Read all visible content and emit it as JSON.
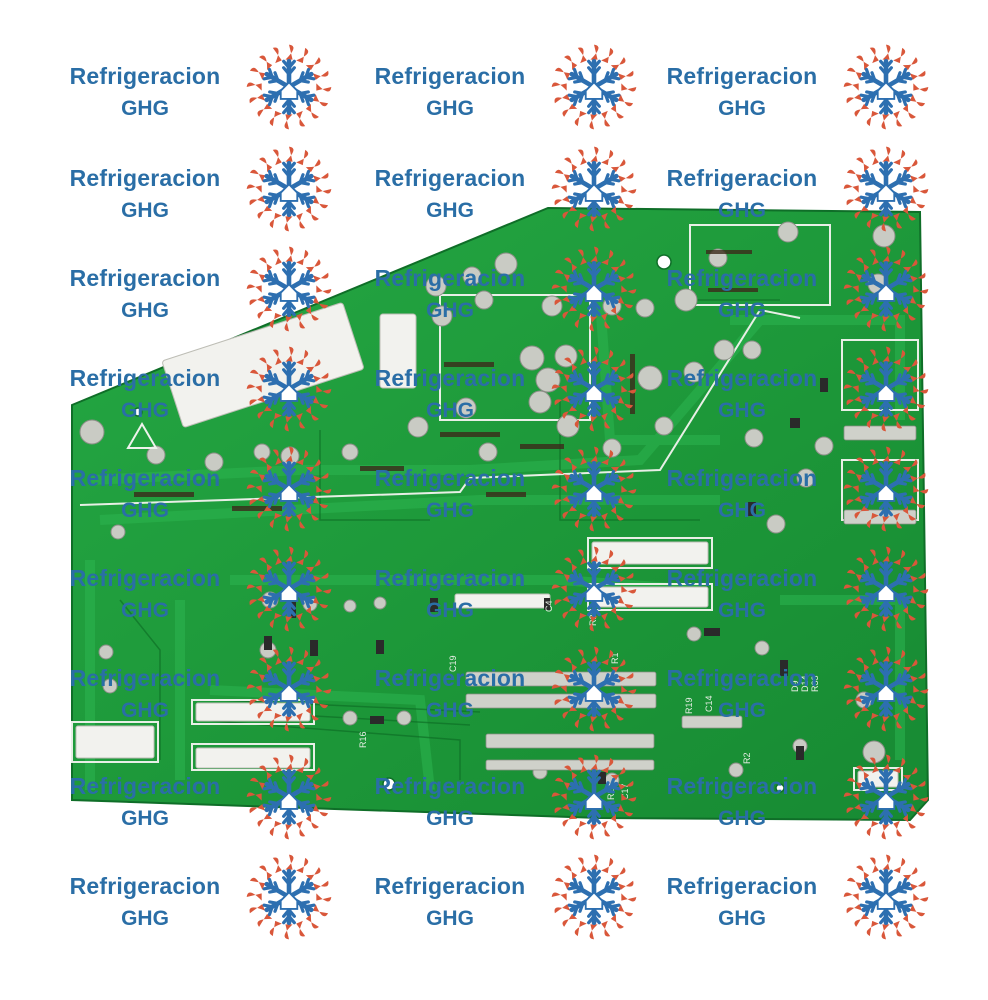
{
  "watermark": {
    "line1": "Refrigeracion",
    "line2": "GHG",
    "logo_icon": "snowflake-sun-house-logo",
    "text_color": "#2a6ea6",
    "logo_colors": {
      "rays": "#d9573a",
      "snowflake": "#2d6fb0"
    }
  },
  "board": {
    "color": "#1e9a3a",
    "silkscreen_labels": [
      "R16",
      "R1",
      "D9",
      "D14",
      "R33",
      "R26",
      "R22",
      "R19",
      "C19",
      "C17",
      "C14",
      "C4",
      "R2"
    ]
  }
}
